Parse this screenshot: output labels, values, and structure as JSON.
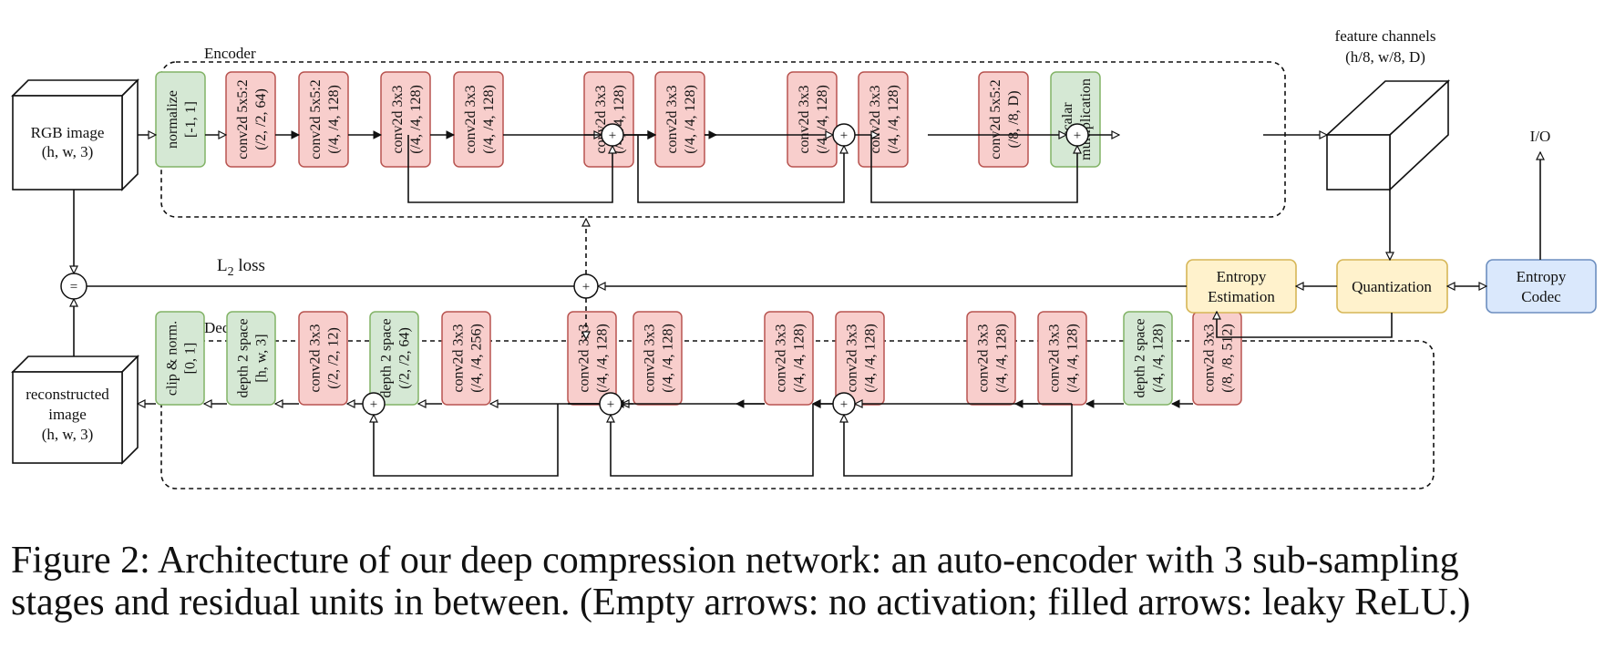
{
  "colors": {
    "pink_fill": "#f8cecc",
    "pink_stroke": "#b85450",
    "green_fill": "#d5e8d4",
    "green_stroke": "#82b366",
    "yellow_fill": "#fff2cc",
    "yellow_stroke": "#d6b656",
    "blue_fill": "#dae8fc",
    "blue_stroke": "#6c8ebf",
    "line": "#111111"
  },
  "encoder": {
    "label": "Encoder",
    "blocks": [
      {
        "id": "normalize",
        "color": "green",
        "lines": [
          "normalize",
          "[-1, 1]"
        ]
      },
      {
        "id": "conv1",
        "color": "pink",
        "lines": [
          "conv2d 5x5:2",
          "(/2, /2, 64)"
        ]
      },
      {
        "id": "conv2",
        "color": "pink",
        "lines": [
          "conv2d 5x5:2",
          "(/4, /4, 128)"
        ]
      },
      {
        "id": "res1a",
        "color": "pink",
        "lines": [
          "conv2d 3x3",
          "(/4, /4, 128)"
        ]
      },
      {
        "id": "res1b",
        "color": "pink",
        "lines": [
          "conv2d 3x3",
          "(/4, /4, 128)"
        ]
      },
      {
        "id": "res2a",
        "color": "pink",
        "lines": [
          "conv2d 3x3",
          "(/4, /4, 128)"
        ]
      },
      {
        "id": "res2b",
        "color": "pink",
        "lines": [
          "conv2d 3x3",
          "(/4, /4, 128)"
        ]
      },
      {
        "id": "res3a",
        "color": "pink",
        "lines": [
          "conv2d 3x3",
          "(/4, /4, 128)"
        ]
      },
      {
        "id": "res3b",
        "color": "pink",
        "lines": [
          "conv2d 3x3",
          "(/4, /4, 128)"
        ]
      },
      {
        "id": "conv3",
        "color": "pink",
        "lines": [
          "conv2d 5x5:2",
          "(/8, /8, D)"
        ]
      },
      {
        "id": "scalar",
        "color": "green",
        "lines": [
          "scalar",
          "multiplication"
        ]
      }
    ]
  },
  "decoder": {
    "label": "Decoder",
    "blocks": [
      {
        "id": "clip",
        "color": "green",
        "lines": [
          "clip & norm.",
          "[0, 1]"
        ]
      },
      {
        "id": "d2s_final",
        "color": "green",
        "lines": [
          "depth 2 space",
          "[h, w, 3]"
        ]
      },
      {
        "id": "dconv12",
        "color": "pink",
        "lines": [
          "conv2d 3x3",
          "(/2, /2, 12)"
        ]
      },
      {
        "id": "d2s_64",
        "color": "green",
        "lines": [
          "depth 2 space",
          "(/2, /2, 64)"
        ]
      },
      {
        "id": "dconv256",
        "color": "pink",
        "lines": [
          "conv2d 3x3",
          "(/4, /4, 256)"
        ]
      },
      {
        "id": "dres3a",
        "color": "pink",
        "lines": [
          "conv2d 3x3",
          "(/4, /4, 128)"
        ]
      },
      {
        "id": "dres3b",
        "color": "pink",
        "lines": [
          "conv2d 3x3",
          "(/4, /4, 128)"
        ]
      },
      {
        "id": "dres2a",
        "color": "pink",
        "lines": [
          "conv2d 3x3",
          "(/4, /4, 128)"
        ]
      },
      {
        "id": "dres2b",
        "color": "pink",
        "lines": [
          "conv2d 3x3",
          "(/4, /4, 128)"
        ]
      },
      {
        "id": "dres1a",
        "color": "pink",
        "lines": [
          "conv2d 3x3",
          "(/4, /4, 128)"
        ]
      },
      {
        "id": "dres1b",
        "color": "pink",
        "lines": [
          "conv2d 3x3",
          "(/4, /4, 128)"
        ]
      },
      {
        "id": "d2s_128",
        "color": "green",
        "lines": [
          "depth 2 space",
          "(/4, /4, 128)"
        ]
      },
      {
        "id": "dconv512",
        "color": "pink",
        "lines": [
          "conv2d 3x3",
          "(/8, /8, 512)"
        ]
      }
    ]
  },
  "rgb_image": {
    "lines": [
      "RGB image",
      "(h, w, 3)"
    ]
  },
  "reconstructed_image": {
    "lines": [
      "reconstructed",
      "image",
      "(h, w, 3)"
    ]
  },
  "feature_channels": {
    "lines": [
      "feature channels",
      "(h/8, w/8, D)"
    ]
  },
  "quantization": {
    "label": "Quantization",
    "color": "yellow"
  },
  "entropy_estimation": {
    "lines": [
      "Entropy",
      "Estimation"
    ],
    "color": "yellow"
  },
  "entropy_codec": {
    "lines": [
      "Entropy",
      "Codec"
    ],
    "color": "blue"
  },
  "io_label": "I/O",
  "loss": {
    "prefix": "L",
    "subscript": "2",
    "suffix": " loss"
  },
  "symbols": {
    "plus": "+",
    "equals": "="
  },
  "caption": {
    "line1": "Figure 2:  Architecture of our deep compression network:  an auto-encoder with 3 sub-sampling",
    "line2": "stages and residual units in between. (Empty arrows: no activation; filled arrows: leaky ReLU.)"
  }
}
